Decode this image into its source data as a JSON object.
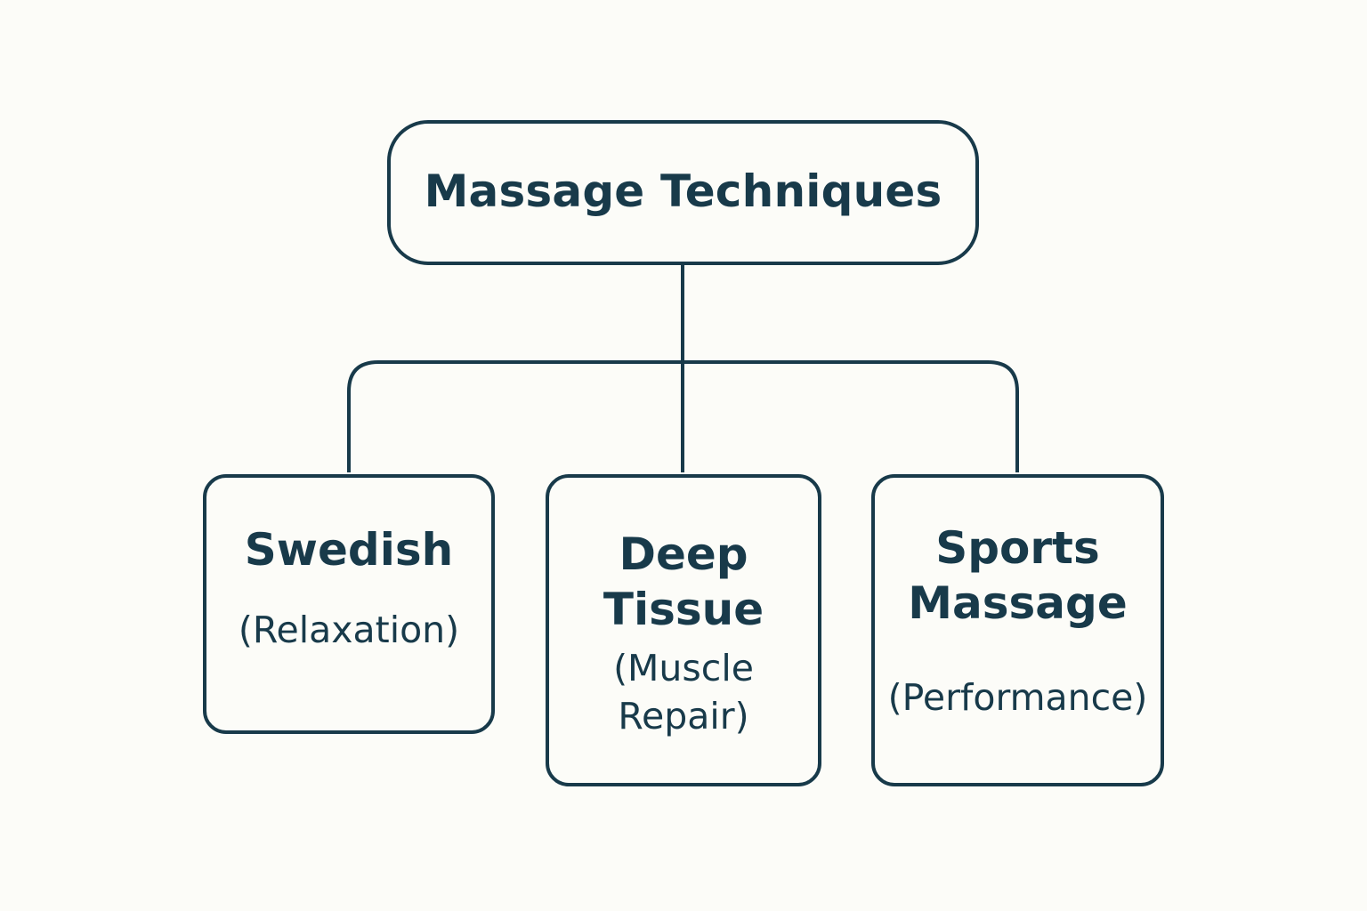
{
  "colors": {
    "background": "#fcfcf8",
    "ink": "#183a4a"
  },
  "root": {
    "title": "Massage Techniques"
  },
  "children": [
    {
      "name": "Swedish",
      "description": "(Relaxation)"
    },
    {
      "name": "Deep\nTissue",
      "description": "(Muscle\nRepair)"
    },
    {
      "name": "Sports\nMassage",
      "description": "(Performance)"
    }
  ]
}
